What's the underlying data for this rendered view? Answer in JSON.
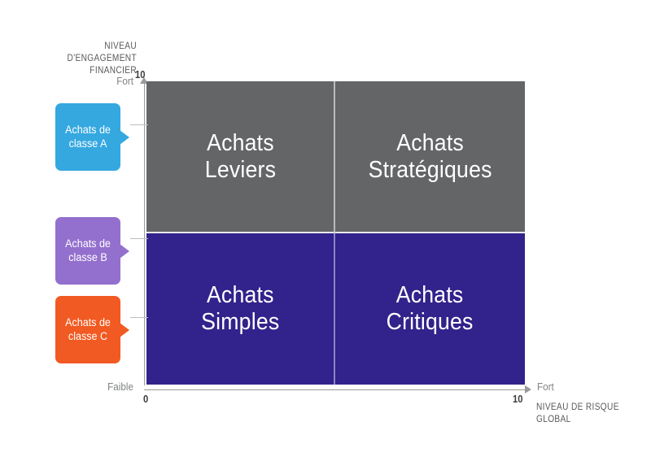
{
  "axes": {
    "y": {
      "title": "NIVEAU D'ENGAGEMENT\nFINANCIER",
      "top_label": "Fort",
      "bottom_label": "Faible",
      "max_tick": "10"
    },
    "x": {
      "title": "NIVEAU DE RISQUE\nGLOBAL",
      "right_label": "Fort",
      "min_tick": "0",
      "max_tick": "10"
    }
  },
  "matrix": {
    "quadrants": [
      {
        "name": "achats-leviers",
        "label": "Achats\nLeviers",
        "color": "#646567"
      },
      {
        "name": "achats-strategiques",
        "label": "Achats\nStratégiques",
        "color": "#646567"
      },
      {
        "name": "achats-simples",
        "label": "Achats\nSimples",
        "color": "#32228b"
      },
      {
        "name": "achats-critiques",
        "label": "Achats\nCritiques",
        "color": "#32228b"
      }
    ]
  },
  "callouts": [
    {
      "name": "classe-a",
      "label": "Achats de\nclasse A",
      "color": "#35a8e0"
    },
    {
      "name": "classe-b",
      "label": "Achats de\nclasse B",
      "color": "#9370ce"
    },
    {
      "name": "classe-c",
      "label": "Achats de\nclasse C",
      "color": "#f15a22"
    }
  ],
  "chart_data": {
    "type": "heatmap",
    "title": "",
    "xlabel": "NIVEAU DE RISQUE GLOBAL",
    "ylabel": "NIVEAU D'ENGAGEMENT FINANCIER",
    "xlim": [
      0,
      10
    ],
    "ylim": [
      0,
      10
    ],
    "xtick_labels": [
      "0",
      "10"
    ],
    "ytick_labels": [
      "10"
    ],
    "x_axis_words": [
      "Faible",
      "Fort"
    ],
    "y_axis_words": [
      "Faible",
      "Fort"
    ],
    "grid": false,
    "legend": "none",
    "cells": [
      {
        "row": "high-engagement",
        "col": "low-risk",
        "label": "Achats Leviers",
        "color": "#646567",
        "x_range": [
          0,
          5
        ],
        "y_range": [
          5,
          10
        ]
      },
      {
        "row": "high-engagement",
        "col": "high-risk",
        "label": "Achats Stratégiques",
        "color": "#646567",
        "x_range": [
          5,
          10
        ],
        "y_range": [
          5,
          10
        ]
      },
      {
        "row": "low-engagement",
        "col": "low-risk",
        "label": "Achats Simples",
        "color": "#32228b",
        "x_range": [
          0,
          5
        ],
        "y_range": [
          0,
          5
        ]
      },
      {
        "row": "low-engagement",
        "col": "high-risk",
        "label": "Achats Critiques",
        "color": "#32228b",
        "x_range": [
          5,
          10
        ],
        "y_range": [
          0,
          5
        ]
      }
    ],
    "annotations": [
      {
        "text": "Achats de classe A",
        "color": "#35a8e0",
        "points_to_y": 9
      },
      {
        "text": "Achats de classe B",
        "color": "#9370ce",
        "points_to_y": 5
      },
      {
        "text": "Achats de classe C",
        "color": "#f15a22",
        "points_to_y": 2.5
      }
    ]
  }
}
